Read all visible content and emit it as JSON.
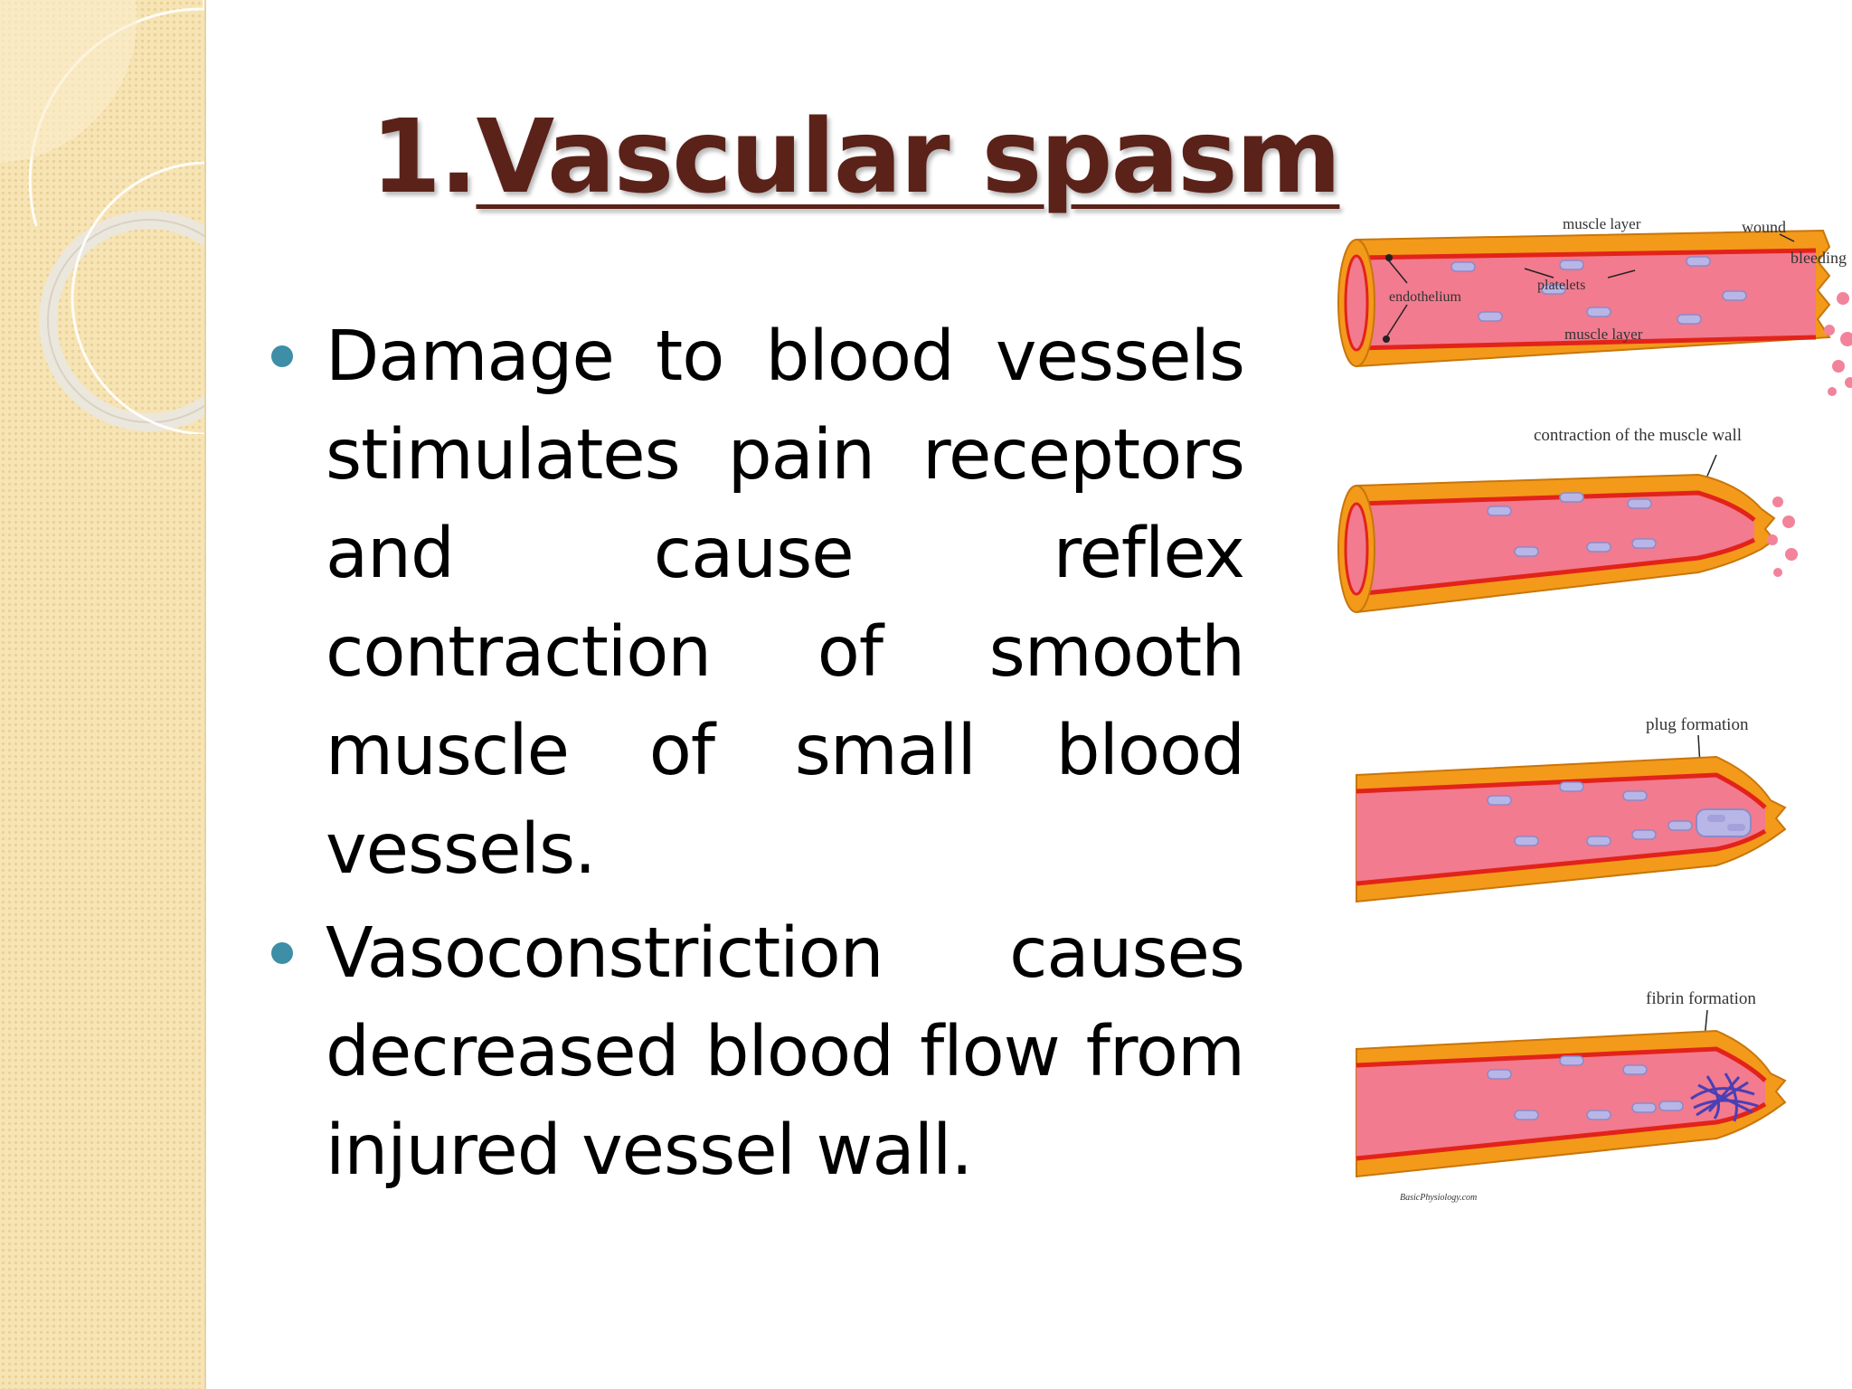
{
  "slide": {
    "title_number": "1.",
    "title_text": "Vascular spasm",
    "bullets": [
      "Damage to blood vessels stimulates pain receptors and cause reflex contraction of smooth muscle of small blood vessels.",
      "Vasoconstriction causes decreased blood flow from injured vessel wall."
    ]
  },
  "figure": {
    "panel1": {
      "muscle_layer_top": "muscle layer",
      "muscle_layer_bottom": "muscle layer",
      "endothelium": "endothelium",
      "platelets": "platelets",
      "wound": "wound",
      "bleeding": "bleeding"
    },
    "panel2": {
      "caption": "contraction of the muscle wall"
    },
    "panel3": {
      "caption": "plug formation"
    },
    "panel4": {
      "caption": "fibrin formation",
      "credit": "BasicPhysiology.com"
    },
    "colors": {
      "vessel_wall": "#f49a1a",
      "vessel_wall_edge": "#c8760c",
      "lumen": "#f27b8f",
      "endothelium_line": "#e2231a",
      "platelet": "#b8b6e6",
      "fibrin": "#4a3fb5"
    }
  },
  "theme": {
    "title_color": "#5a2219",
    "bullet_color": "#3d8ea6",
    "side_panel_color": "#f7e4b4"
  }
}
